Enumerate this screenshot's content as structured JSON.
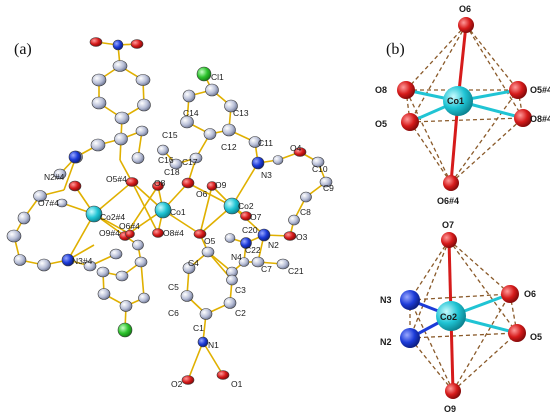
{
  "panels": {
    "a": "(a)",
    "b": "(b)"
  },
  "colors": {
    "cobalt": "#20c4d4",
    "oxygen": "#d61b1b",
    "nitrogen": "#1c3bd8",
    "chlorine": "#2ec42e",
    "carbon": "#9aa3bf",
    "bond": "#e0b000",
    "polyhedron_edge": "#8a5a2a"
  },
  "atoms_a": [
    {
      "id": "Cl1",
      "label": "Cl1"
    },
    {
      "id": "C14",
      "label": "C14"
    },
    {
      "id": "C13",
      "label": "C13"
    },
    {
      "id": "C15",
      "label": "C15"
    },
    {
      "id": "C11",
      "label": "C11"
    },
    {
      "id": "C12",
      "label": "C12"
    },
    {
      "id": "O4",
      "label": "O4"
    },
    {
      "id": "C10",
      "label": "C10"
    },
    {
      "id": "C16",
      "label": "C16"
    },
    {
      "id": "C17",
      "label": "C17"
    },
    {
      "id": "N3",
      "label": "N3"
    },
    {
      "id": "C9",
      "label": "C9"
    },
    {
      "id": "C18",
      "label": "C18"
    },
    {
      "id": "O8",
      "label": "O8"
    },
    {
      "id": "O9",
      "label": "O9"
    },
    {
      "id": "N2_4",
      "label": "N2#4"
    },
    {
      "id": "O5_4",
      "label": "O5#4"
    },
    {
      "id": "O6",
      "label": "O6"
    },
    {
      "id": "Co2",
      "label": "Co2"
    },
    {
      "id": "O7_4",
      "label": "O7#4"
    },
    {
      "id": "C8",
      "label": "C8"
    },
    {
      "id": "Co2_4",
      "label": "Co2#4"
    },
    {
      "id": "Co1",
      "label": "Co1"
    },
    {
      "id": "O7",
      "label": "O7"
    },
    {
      "id": "O9_4",
      "label": "O9#4"
    },
    {
      "id": "O6_4",
      "label": "O6#4"
    },
    {
      "id": "O8_4",
      "label": "O8#4"
    },
    {
      "id": "C20",
      "label": "C20"
    },
    {
      "id": "N2",
      "label": "N2"
    },
    {
      "id": "O3",
      "label": "O3"
    },
    {
      "id": "O5",
      "label": "O5"
    },
    {
      "id": "N3_4",
      "label": "N3#4"
    },
    {
      "id": "C22",
      "label": "C22"
    },
    {
      "id": "N4",
      "label": "N4"
    },
    {
      "id": "C4",
      "label": "C4"
    },
    {
      "id": "C7",
      "label": "C7"
    },
    {
      "id": "C21",
      "label": "C21"
    },
    {
      "id": "C3",
      "label": "C3"
    },
    {
      "id": "C5",
      "label": "C5"
    },
    {
      "id": "C2",
      "label": "C2"
    },
    {
      "id": "C6",
      "label": "C6"
    },
    {
      "id": "C1",
      "label": "C1"
    },
    {
      "id": "N1",
      "label": "N1"
    },
    {
      "id": "O2",
      "label": "O2"
    },
    {
      "id": "O1",
      "label": "O1"
    }
  ],
  "atoms_b": [
    {
      "id": "b_O6",
      "label": "O6"
    },
    {
      "id": "b_O8",
      "label": "O8"
    },
    {
      "id": "b_Co1",
      "label": "Co1"
    },
    {
      "id": "b_O5_4",
      "label": "O5#4"
    },
    {
      "id": "b_O5",
      "label": "O5"
    },
    {
      "id": "b_O8_4",
      "label": "O8#4"
    },
    {
      "id": "b_O6_4",
      "label": "O6#4"
    },
    {
      "id": "b_O7",
      "label": "O7"
    },
    {
      "id": "b_N3",
      "label": "N3"
    },
    {
      "id": "b_Co2",
      "label": "Co2"
    },
    {
      "id": "b_O6b",
      "label": "O6"
    },
    {
      "id": "b_N2",
      "label": "N2"
    },
    {
      "id": "b_O5b",
      "label": "O5"
    },
    {
      "id": "b_O9",
      "label": "O9"
    }
  ]
}
